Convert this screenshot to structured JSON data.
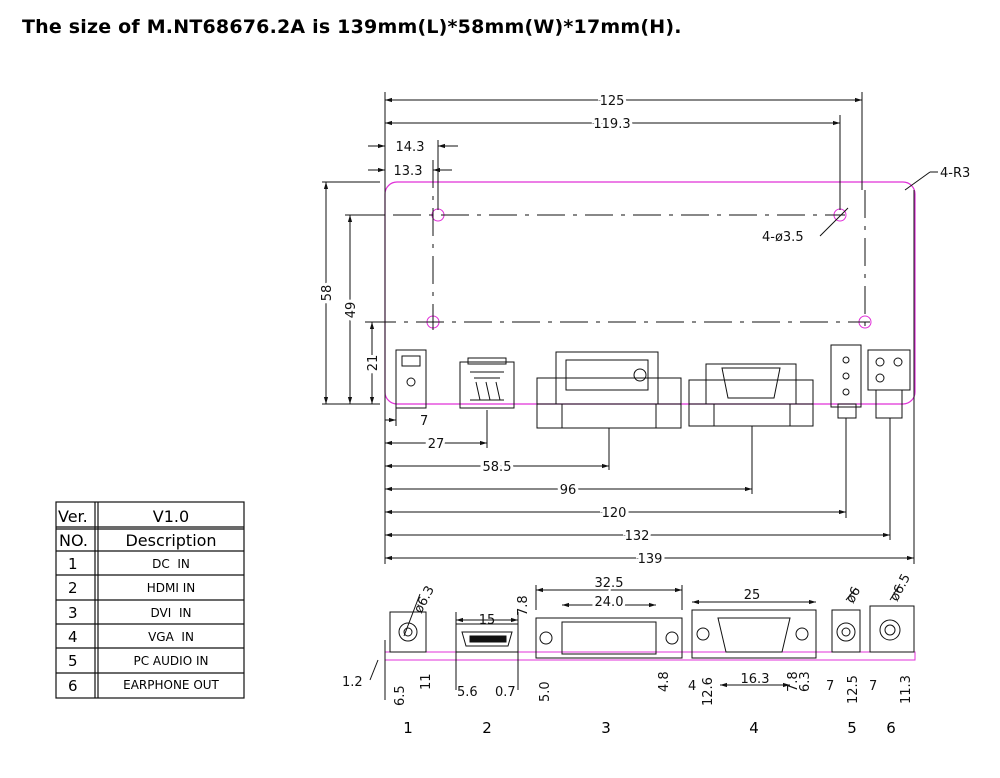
{
  "title": "The size of M.NT68676.2A is 139mm(L)*58mm(W)*17mm(H).",
  "colors": {
    "outline": "#e030d8",
    "ink": "#111111"
  },
  "top_view_dims": {
    "d125": "125",
    "d119_3": "119.3",
    "d14_3": "14.3",
    "d13_3": "13.3",
    "r3": "4-R3",
    "hole": "4-ø3.5",
    "d58": "58",
    "d49": "49",
    "d21": "21",
    "d7": "7",
    "d27": "27",
    "d58_5": "58.5",
    "d96": "96",
    "d120": "120",
    "d132": "132",
    "d139": "139"
  },
  "front_view_dims": {
    "d6_3": "ø6.3",
    "d1_2": "1.2",
    "d6_5": "6.5",
    "d11": "11",
    "d15": "15",
    "d7_8a": "7.8",
    "d5_6": "5.6",
    "d0_7": "0.7",
    "d32_5": "32.5",
    "d24_0": "24.0",
    "d5_0": "5.0",
    "d4_8": "4.8",
    "d25": "25",
    "d4": "4",
    "d12_6": "12.6",
    "d16_3": "16.3",
    "d7_8b": "7.8",
    "d6_3b": "6.3",
    "d6": "ø6",
    "d7a": "7",
    "d12_5": "12.5",
    "d6_5b": "ø6.5",
    "d7b": "7",
    "d11_3": "11.3"
  },
  "connector_numbers": [
    "1",
    "2",
    "3",
    "4",
    "5",
    "6"
  ],
  "version_table": {
    "ver_label": "Ver.",
    "ver_value": "V1.0",
    "no_label": "NO.",
    "desc_label": "Description",
    "rows": [
      {
        "no": "1",
        "desc": "DC  IN"
      },
      {
        "no": "2",
        "desc": "HDMI IN"
      },
      {
        "no": "3",
        "desc": "DVI  IN"
      },
      {
        "no": "4",
        "desc": "VGA  IN"
      },
      {
        "no": "5",
        "desc": "PC AUDIO IN"
      },
      {
        "no": "6",
        "desc": "EARPHONE OUT"
      }
    ]
  }
}
